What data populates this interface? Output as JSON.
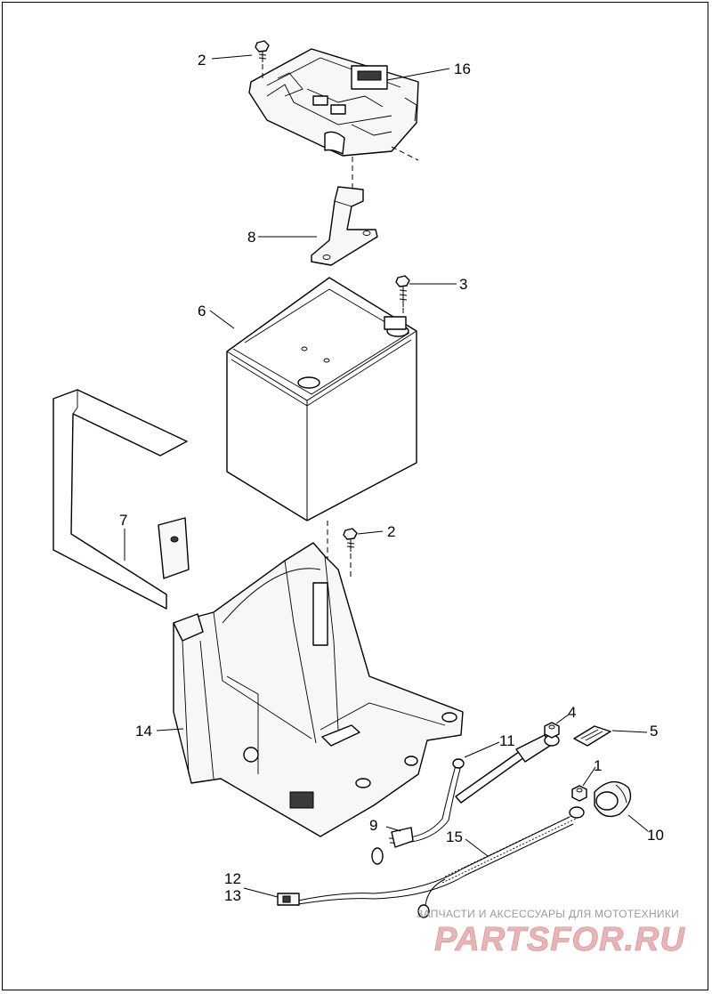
{
  "callouts": {
    "c1": "1",
    "c2a": "2",
    "c2b": "2",
    "c3": "3",
    "c4": "4",
    "c5": "5",
    "c6": "6",
    "c7": "7",
    "c8": "8",
    "c9": "9",
    "c10": "10",
    "c11": "11",
    "c12": "12",
    "c13": "13",
    "c14": "14",
    "c15": "15",
    "c16": "16"
  },
  "watermark": {
    "subtitle": "ЗАПЧАСТИ И АКСЕССУАРЫ ДЛЯ МОТОТЕХНИКИ",
    "brand": "PARTSFOR.RU"
  },
  "colors": {
    "line": "#000000",
    "watermark_text": "#9a9a9a",
    "watermark_brand": "#e8b4b4"
  }
}
